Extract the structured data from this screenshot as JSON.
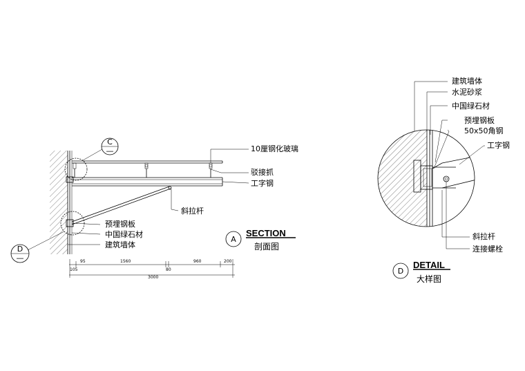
{
  "section_view": {
    "callout_c": {
      "letter": "C",
      "dash": "—"
    },
    "callout_d": {
      "letter": "D",
      "dash": "—"
    },
    "labels": {
      "glass": "10厘钢化玻璃",
      "spider": "驳接抓",
      "i_beam": "工字钢",
      "tie_rod": "斜拉杆",
      "embed_plate": "预埋钢板",
      "stone": "中国绿石材",
      "wall": "建筑墙体"
    },
    "dimensions": {
      "row1": [
        "95",
        "1560",
        "960",
        "200"
      ],
      "row2": [
        "105",
        "80"
      ],
      "total": "3000"
    },
    "title": {
      "marker": "A",
      "title": "SECTION",
      "subtitle": "剖面图"
    }
  },
  "detail_view": {
    "labels": {
      "wall": "建筑墙体",
      "mortar": "水泥砂浆",
      "stone": "中国绿石材",
      "embed_plate": "预埋钢板",
      "angle_steel": "50x50角钢",
      "i_beam": "工字钢",
      "tie_rod": "斜拉杆",
      "bolt": "连接螺栓"
    },
    "title": {
      "marker": "D",
      "title": "DETAIL",
      "subtitle": "大样图"
    }
  }
}
